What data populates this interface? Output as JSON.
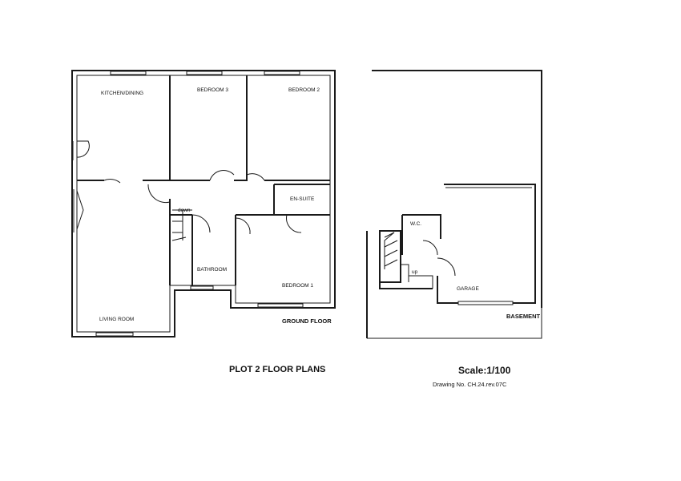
{
  "ground_floor": {
    "label": "GROUND FLOOR",
    "rooms": {
      "kitchen_dining": "KITCHEN/DINING",
      "bedroom3": "BEDROOM 3",
      "bedroom2": "BEDROOM 2",
      "en_suite": "EN-SUITE",
      "bathroom": "BATHROOM",
      "bedroom1": "BEDROOM 1",
      "living_room": "LIVING ROOM"
    },
    "stair_label": "down"
  },
  "basement": {
    "label": "BASEMENT",
    "rooms": {
      "wc": "W.C.",
      "garage": "GARAGE"
    },
    "stair_label": "up"
  },
  "title": "PLOT 2 FLOOR PLANS",
  "scale": "Scale:1/100",
  "drawing_no": "Drawing No. CH.24.rev.07C"
}
